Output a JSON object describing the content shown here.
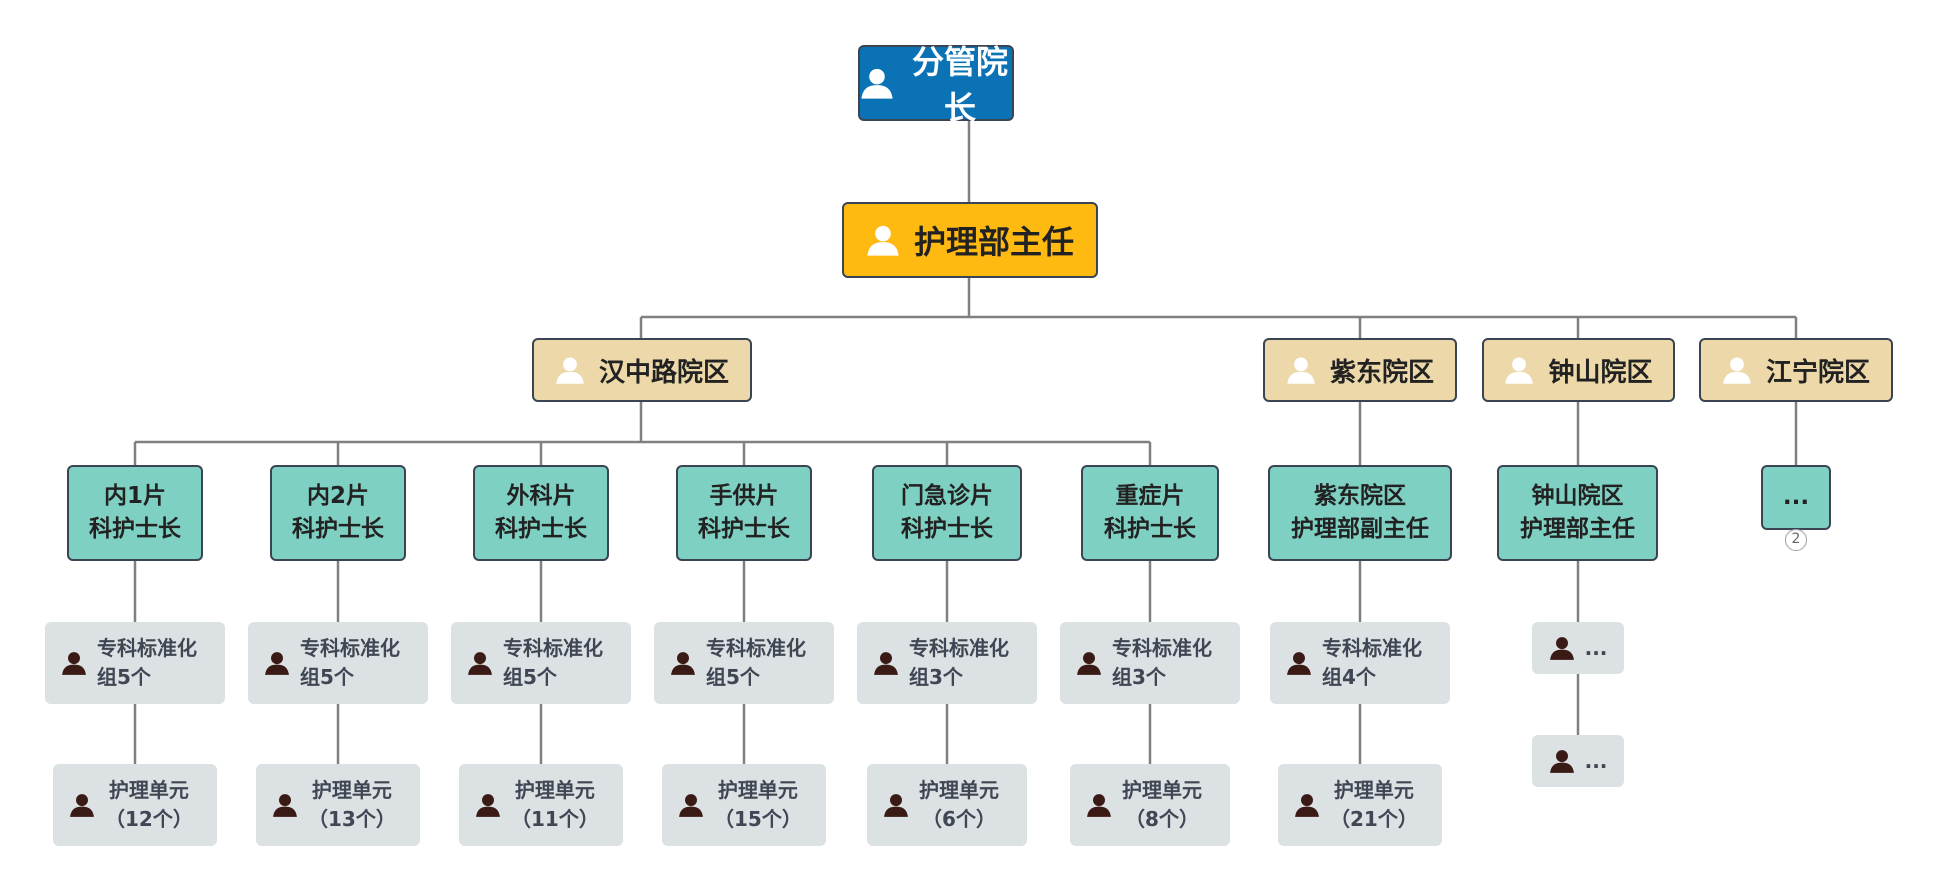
{
  "colors": {
    "root": "#0b73b5",
    "director": "#ffba12",
    "campus": "#ecd8a8",
    "head_nurse": "#7ed0c3",
    "leaf": "#dce1e3",
    "connector": "#808080"
  },
  "root": {
    "label": "分管院长"
  },
  "director": {
    "label": "护理部主任"
  },
  "campuses": [
    {
      "label": "汉中路院区"
    },
    {
      "label": "紫东院区"
    },
    {
      "label": "钟山院区"
    },
    {
      "label": "江宁院区"
    }
  ],
  "level3": [
    {
      "label": "内1片\n科护士长"
    },
    {
      "label": "内2片\n科护士长"
    },
    {
      "label": "外科片\n科护士长"
    },
    {
      "label": "手供片\n科护士长"
    },
    {
      "label": "门急诊片\n科护士长"
    },
    {
      "label": "重症片\n科护士长"
    },
    {
      "label": "紫东院区\n护理部副主任"
    },
    {
      "label": "钟山院区\n护理部主任"
    },
    {
      "label": "...",
      "collapsed_count": "2"
    }
  ],
  "groups": [
    {
      "label": "专科标准化\n组5个"
    },
    {
      "label": "专科标准化\n组5个"
    },
    {
      "label": "专科标准化\n组5个"
    },
    {
      "label": "专科标准化\n组5个"
    },
    {
      "label": "专科标准化\n组3个"
    },
    {
      "label": "专科标准化\n组3个"
    },
    {
      "label": "专科标准化\n组4个"
    },
    {
      "label": "..."
    }
  ],
  "units": [
    {
      "label": "护理单元\n（12个）"
    },
    {
      "label": "护理单元\n（13个）"
    },
    {
      "label": "护理单元\n（11个）"
    },
    {
      "label": "护理单元\n（15个）"
    },
    {
      "label": "护理单元\n（6个）"
    },
    {
      "label": "护理单元\n（8个）"
    },
    {
      "label": "护理单元\n（21个）"
    },
    {
      "label": "..."
    }
  ]
}
